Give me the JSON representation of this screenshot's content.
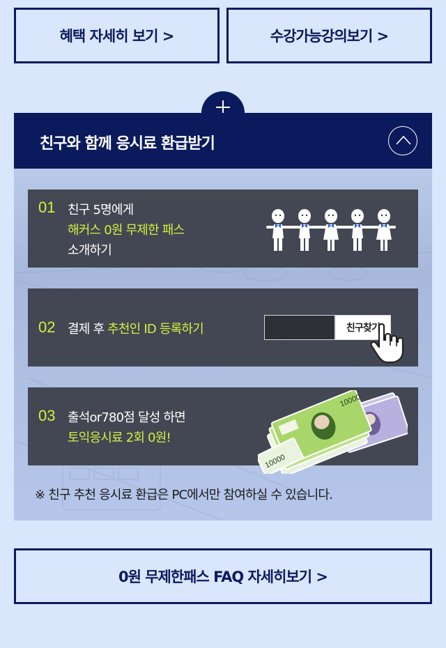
{
  "top_buttons": {
    "benefit_label": "혜택 자세히 보기 >",
    "courses_label": "수강가능강의보기 >"
  },
  "event": {
    "title": "친구와 함께 응시료 환급받기",
    "collapse_icon": "chevron-up-icon"
  },
  "steps": [
    {
      "number": "01",
      "line1": "친구 5명에게",
      "line2": "해커스 0원 무제한 패스",
      "line3": "소개하기",
      "illustration": "five-friends-holding-hands"
    },
    {
      "number": "02",
      "text_before": "결제 후 ",
      "text_highlight": "추천인  ID 등록하기",
      "button_label": "친구찾기",
      "pointer_icon": "hand-pointer-icon"
    },
    {
      "number": "03",
      "line1": "출석or780점 달성 하면",
      "line2": "토익응시료 2회 0원!",
      "illustration": "korean-won-banknotes"
    }
  ],
  "notice": "※ 친구 추천 응시료 환급은 PC에서만 참여하실 수 있습니다.",
  "faq_button_label": "0원 무제한패스 FAQ 자세히보기 >",
  "colors": {
    "navy": "#0a1a5c",
    "background": "#d9e6fb",
    "highlight": "#d6ef3e",
    "step_box": "#3a3d46"
  }
}
